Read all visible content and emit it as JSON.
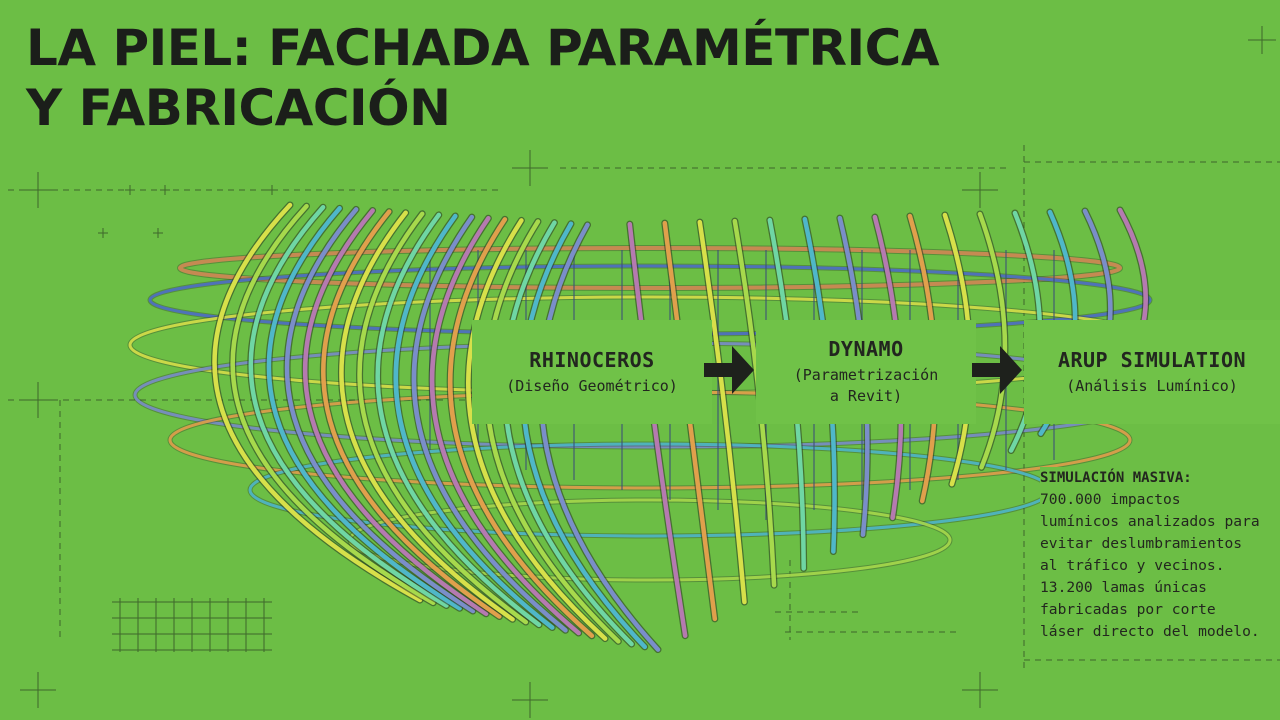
{
  "title": {
    "line1": "LA PIEL: FACHADA PARAMÉTRICA",
    "line2": "Y FABRICACIÓN"
  },
  "workflow": [
    {
      "main": "RHINOCEROS",
      "sub": "(Diseño Geométrico)"
    },
    {
      "main": "DYNAMO",
      "sub": "(Parametrización\na Revit)"
    },
    {
      "main": "ARUP SIMULATION",
      "sub": "(Análisis Lumínico)"
    }
  ],
  "note": {
    "heading": "SIMULACIÓN MASIVA:",
    "body": "700.000 impactos\nlumínicos analizados para\nevitar deslumbramientos\nal tráfico y vecinos.\n13.200 lamas únicas\nfabricadas por corte\nláser directo del modelo."
  },
  "colors": {
    "background": "#6cbe45",
    "ink": "#1e211c",
    "rib_palette": [
      "#d7e04a",
      "#a7d94c",
      "#6fd6a4",
      "#4fb7c9",
      "#7a8ec9",
      "#b57ab0",
      "#e0a04c"
    ]
  },
  "icons": [
    "crosshair-icon",
    "arrow-right-icon",
    "grid-icon"
  ]
}
